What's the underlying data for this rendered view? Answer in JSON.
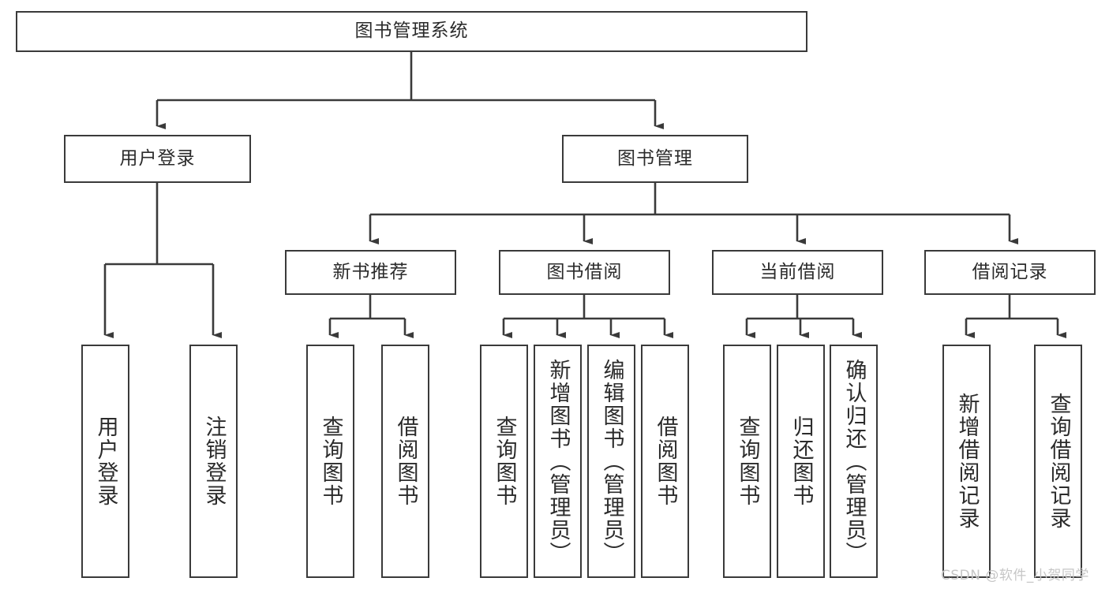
{
  "diagram": {
    "title": "图书管理系统",
    "type": "hierarchy-tree",
    "orientation": "top-down",
    "root": {
      "label": "图书管理系统",
      "id": "root"
    },
    "level2": [
      {
        "id": "user-login",
        "label": "用户登录"
      },
      {
        "id": "book-manage",
        "label": "图书管理"
      }
    ],
    "level3": [
      {
        "id": "new-book-rec",
        "label": "新书推荐",
        "parent": "book-manage"
      },
      {
        "id": "book-borrow",
        "label": "图书借阅",
        "parent": "book-manage"
      },
      {
        "id": "current-borrow",
        "label": "当前借阅",
        "parent": "book-manage"
      },
      {
        "id": "borrow-record",
        "label": "借阅记录",
        "parent": "book-manage"
      }
    ],
    "leaves": {
      "user-login": [
        {
          "id": "leaf-user-login",
          "label": "用户登录"
        },
        {
          "id": "leaf-logout",
          "label": "注销登录"
        }
      ],
      "new-book-rec": [
        {
          "id": "leaf-query-book-1",
          "label": "查询图书"
        },
        {
          "id": "leaf-borrow-book-1",
          "label": "借阅图书"
        }
      ],
      "book-borrow": [
        {
          "id": "leaf-query-book-2",
          "label": "查询图书"
        },
        {
          "id": "leaf-add-book",
          "label": "新增图书（管理员）"
        },
        {
          "id": "leaf-edit-book",
          "label": "编辑图书（管理员）"
        },
        {
          "id": "leaf-borrow-book-2",
          "label": "借阅图书"
        }
      ],
      "current-borrow": [
        {
          "id": "leaf-query-book-3",
          "label": "查询图书"
        },
        {
          "id": "leaf-return-book",
          "label": "归还图书"
        },
        {
          "id": "leaf-confirm-return",
          "label": "确认归还（管理员）"
        }
      ],
      "borrow-record": [
        {
          "id": "leaf-add-record",
          "label": "新增借阅记录"
        },
        {
          "id": "leaf-query-record",
          "label": "查询借阅记录"
        }
      ]
    }
  },
  "watermark": {
    "text": "CSDN @软件_小贺同学"
  },
  "colors": {
    "stroke": "#3a3a3a",
    "background": "#ffffff",
    "text": "#2b2b2b",
    "watermark": "#c6c6c6"
  }
}
